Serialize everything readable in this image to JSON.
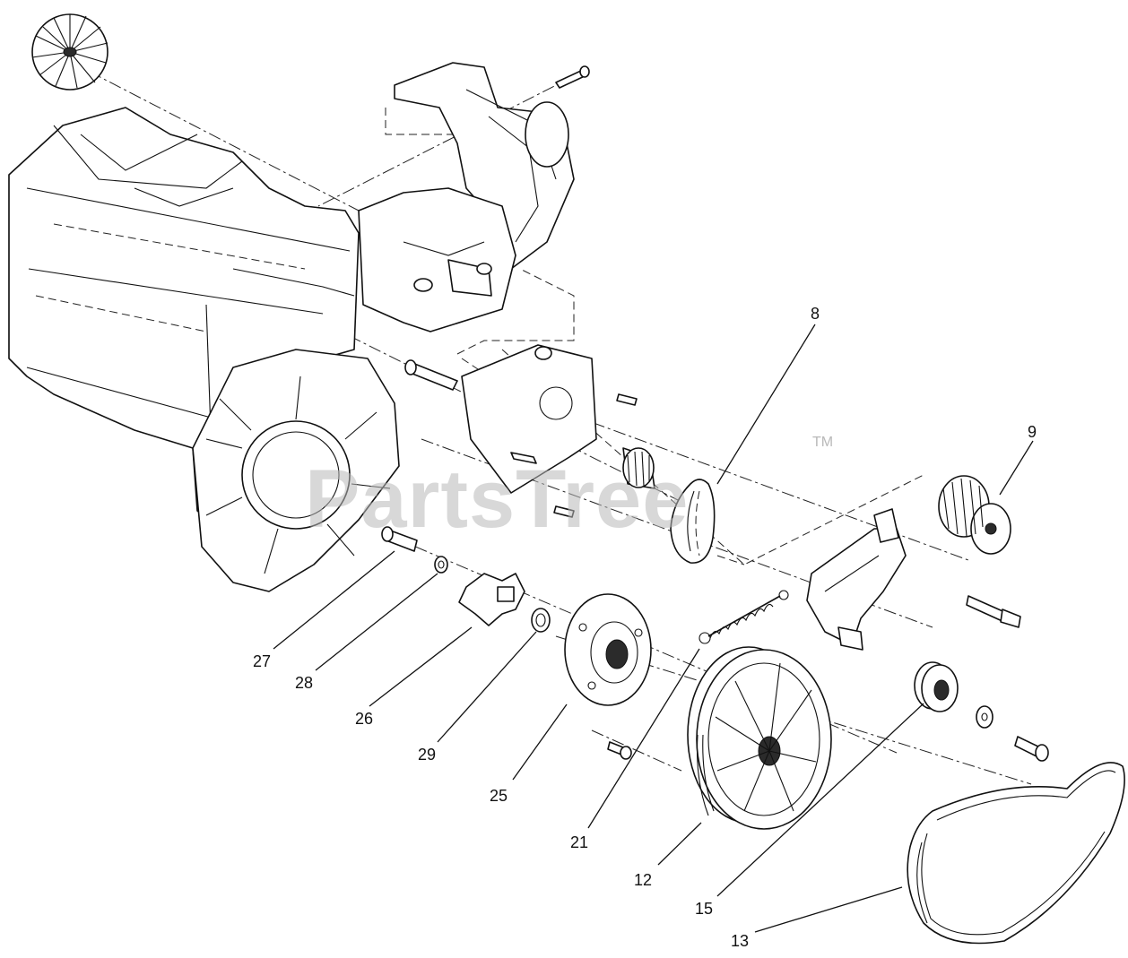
{
  "watermark": {
    "text": "PartsTree",
    "trademark": "TM"
  },
  "callouts": [
    {
      "label": "8"
    },
    {
      "label": "9"
    },
    {
      "label": "27"
    },
    {
      "label": "28"
    },
    {
      "label": "26"
    },
    {
      "label": "29"
    },
    {
      "label": "25"
    },
    {
      "label": "21"
    },
    {
      "label": "12"
    },
    {
      "label": "15"
    },
    {
      "label": "13"
    }
  ]
}
